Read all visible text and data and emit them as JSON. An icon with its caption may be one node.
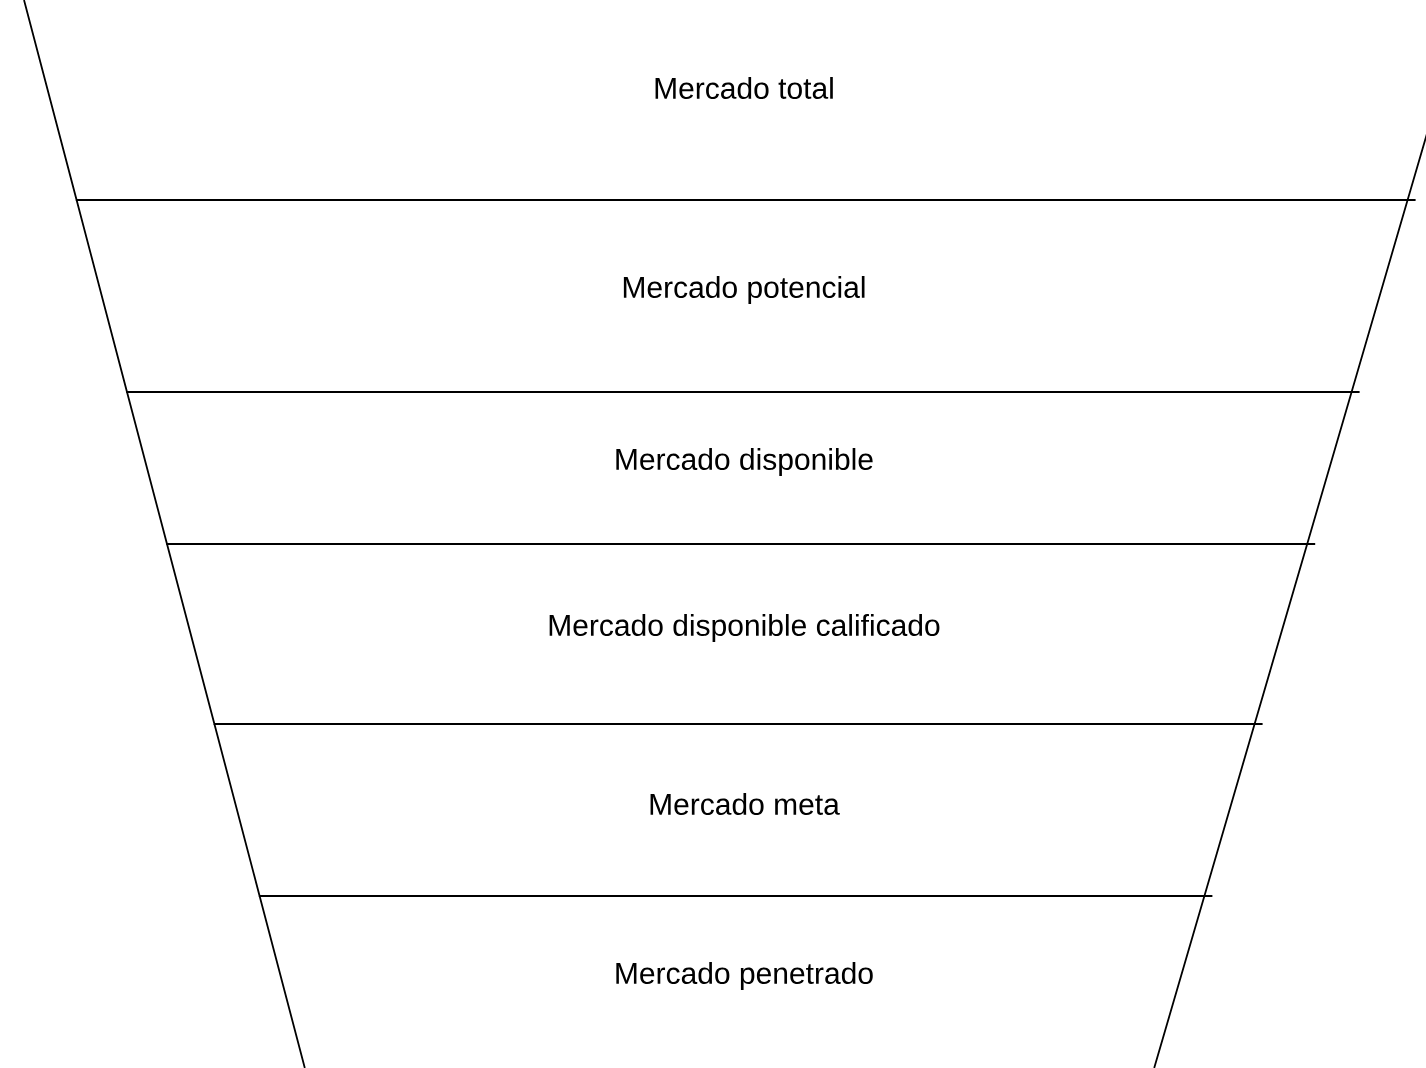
{
  "diagram": {
    "nodes": [
      {
        "text": [
          "Mercado total"
        ]
      },
      {
        "text": [
          "Mercado potencial"
        ]
      },
      {
        "text": [
          "Mercado disponible"
        ]
      },
      {
        "text": [
          "Mercado disponible calificado"
        ]
      },
      {
        "text": [
          "Mercado meta"
        ]
      },
      {
        "text": [
          "Mercado penetrado"
        ]
      }
    ]
  }
}
